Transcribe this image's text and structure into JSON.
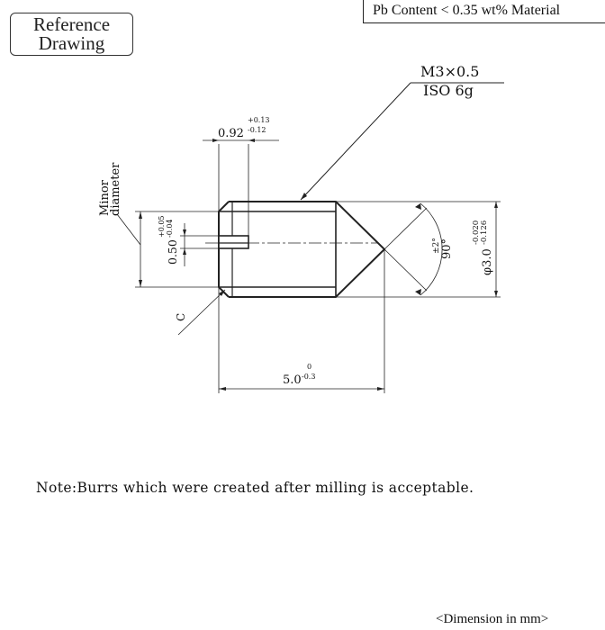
{
  "reference_box": {
    "line1": "Reference",
    "line2": "Drawing"
  },
  "material_box": "Pb Content < 0.35 wt% Material",
  "thread_spec": {
    "size": "M3×0.5",
    "tolerance": "ISO 6g"
  },
  "slot_width": {
    "value": "0.92",
    "upper": "+0.13",
    "lower": "-0.12"
  },
  "slot_depth": {
    "value": "0.50",
    "upper": "+0.05",
    "lower": "-0.04"
  },
  "minor_diameter_label": {
    "line1": "Minor",
    "line2": "diameter"
  },
  "chamfer_label": "C",
  "angle": {
    "value": "90°",
    "tol": "±2°"
  },
  "outer_diameter": {
    "value": "φ3.0",
    "upper": "-0.020",
    "lower": "-0.126"
  },
  "length": {
    "value": "5.0",
    "upper": "0",
    "lower": "-0.3"
  },
  "note": "Note:Burrs which were created after milling is acceptable.",
  "dimension_unit": "<Dimension in mm>"
}
